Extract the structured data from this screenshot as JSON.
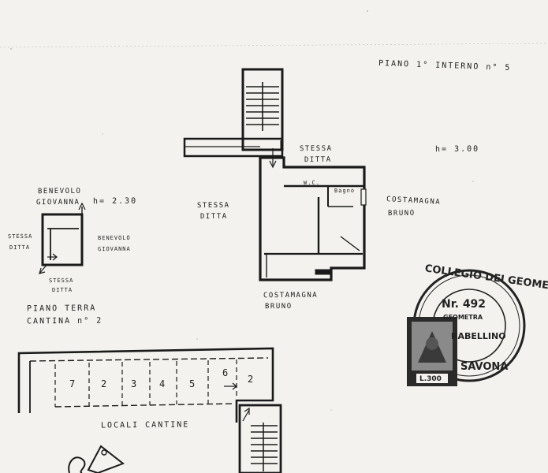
{
  "floor_plan": {
    "header": "PIANO 1° INTERNO n° 5",
    "height_main": "h= 3.00",
    "stessa_ditta_top": [
      "STESSA",
      "DITTA"
    ],
    "stessa_ditta_left": [
      "STESSA",
      "DITTA"
    ],
    "costamagna_right": [
      "COSTAMAGNA",
      "BRUNO"
    ],
    "costamagna_bottom": [
      "COSTAMAGNA",
      "BRUNO"
    ],
    "room_label_wc": "W.C.",
    "room_label_bagno": "Bagno"
  },
  "cellar_plan": {
    "benevolo_top": [
      "BENEVOLO",
      "GIOVANNA"
    ],
    "height_cellar": "h= 2.30",
    "stessa_ditta_left": [
      "STESSA",
      "DITTA"
    ],
    "benevolo_right": [
      "BENEVOLO",
      "GIOVANNA"
    ],
    "stessa_ditta_bottom": [
      "STESSA",
      "DITTA"
    ],
    "piano_terra": "PIANO TERRA",
    "cantina": "CANTINA n° 2"
  },
  "cantine_row": {
    "label": "LOCALI CANTINE",
    "cells": [
      "7",
      "2",
      "3",
      "4",
      "5",
      "6",
      "2"
    ]
  },
  "stamp": {
    "arc_text": "COLLEGIO DEI GEOMETRI",
    "number": "Nr. 492",
    "line2": "GEOMETRA",
    "line3": "RABELLINO",
    "city": "SAVONA",
    "revenue_stamp": "L.300"
  }
}
